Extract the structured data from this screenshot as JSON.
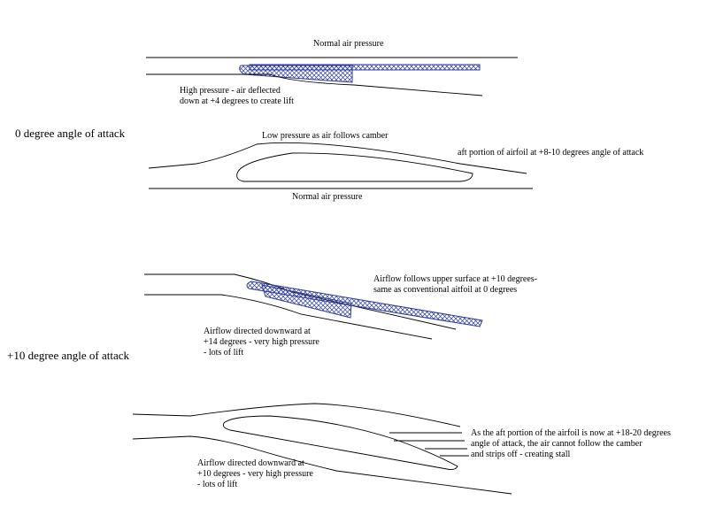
{
  "top_diagram": {
    "normal_pressure_top": "Normal air pressure",
    "high_pressure": [
      "High pressure - air deflected",
      "down at +4 degrees to create lift"
    ],
    "heading": "0 degree angle of attack",
    "low_pressure": "Low pressure as air follows camber",
    "aft_portion": "aft portion of airfoil at +8-10 degrees angle of attack",
    "normal_pressure_bottom": "Normal air pressure"
  },
  "bottom_diagram": {
    "airflow_upper": [
      "Airflow follows upper surface at +10 degrees-",
      "same as conventional aitfoil at 0 degrees"
    ],
    "airflow_directed_14": [
      "Airflow directed downward at",
      "+14 degrees - very high pressure",
      "- lots of lift"
    ],
    "heading": "+10 degree angle of attack",
    "stall_note": [
      "As the aft portion of the airfoil is now at +18-20 degrees",
      "angle of attack, the air cannot follow the camber",
      "and strips off - creating stall"
    ],
    "airflow_directed_10": [
      "Airflow directed downward at",
      "+10 degrees - very high pressure",
      "- lots of lift"
    ]
  },
  "colors": {
    "hatch": "#2b3a9c",
    "line": "#000000"
  }
}
